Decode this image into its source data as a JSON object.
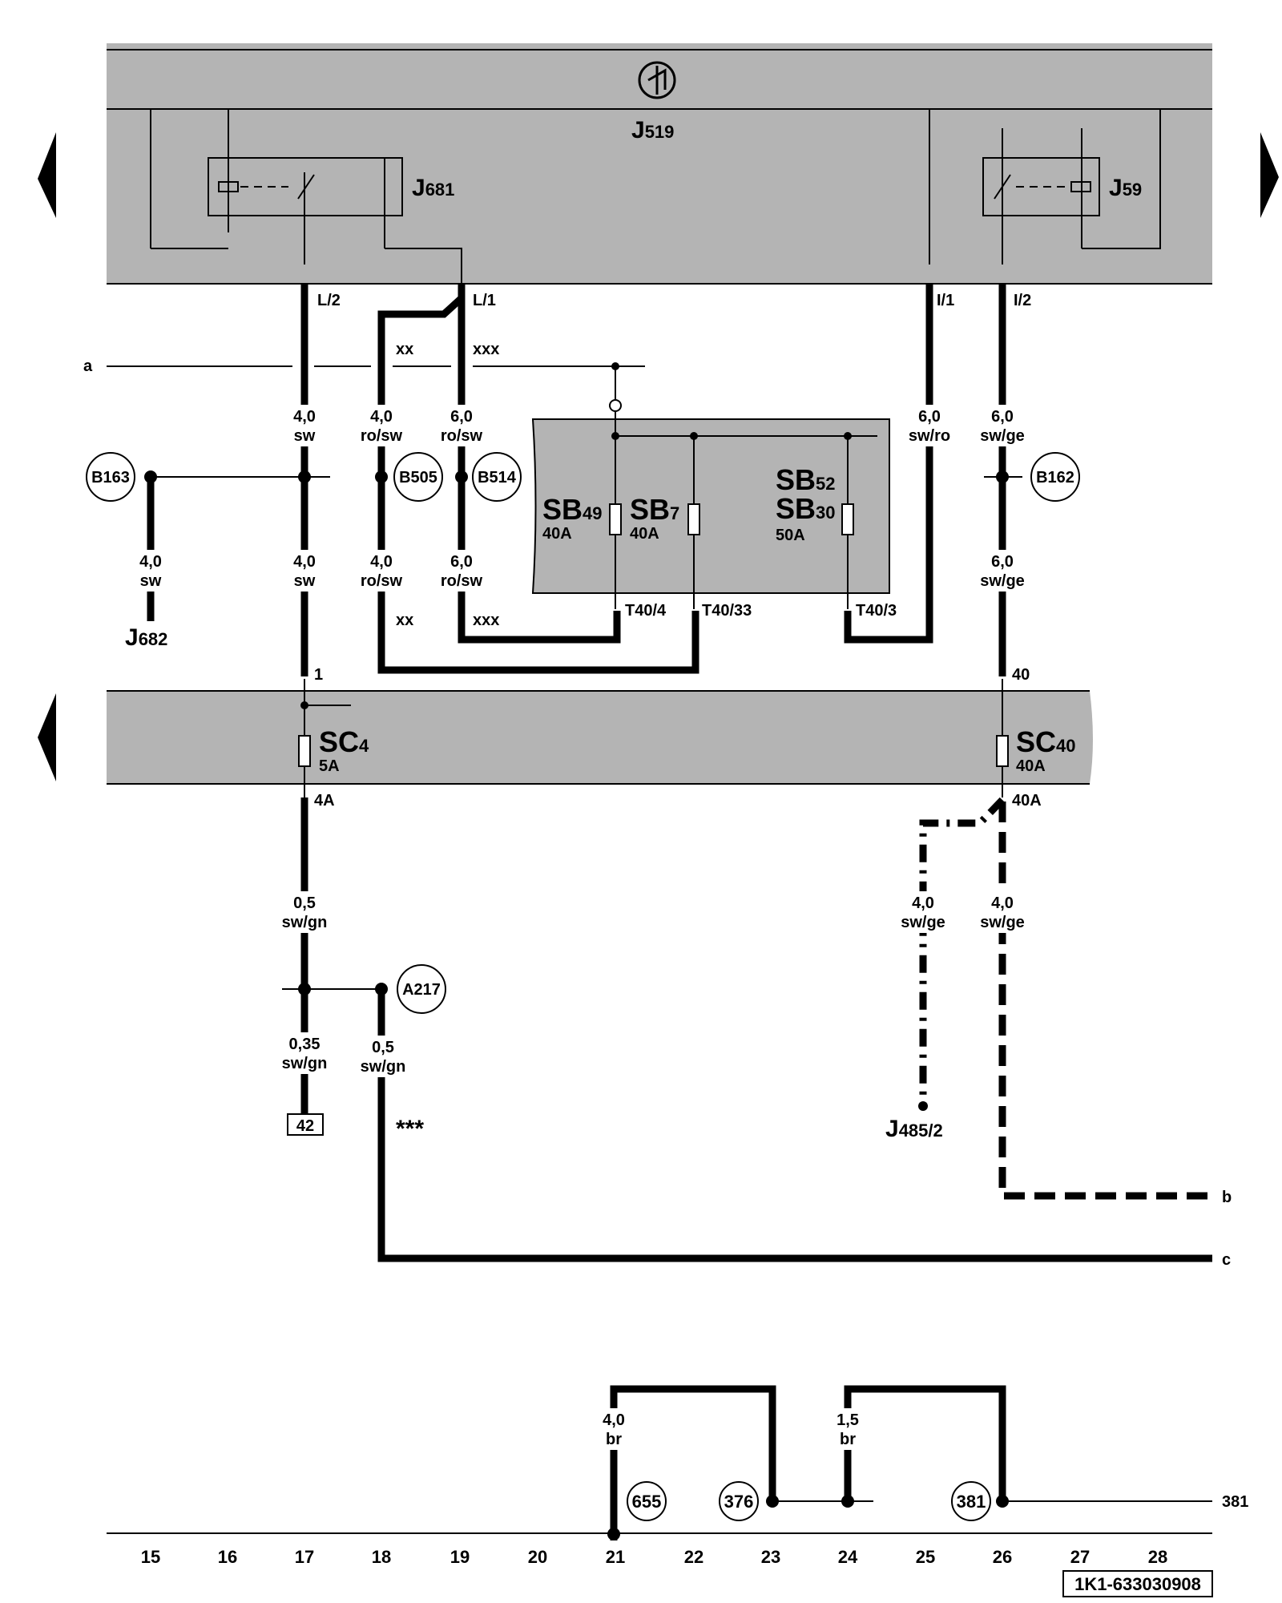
{
  "diagram": {
    "relays": {
      "control_unit": "J",
      "control_unit_sub": "519",
      "j681": "J",
      "j681_sub": "681",
      "j59": "J",
      "j59_sub": "59",
      "j682": "J",
      "j682_sub": "682",
      "j485": "J",
      "j485_sub": "485/2"
    },
    "pins": {
      "l2": "L/2",
      "l1": "L/1",
      "i1": "I/1",
      "i2": "I/2",
      "t40_4": "T40/4",
      "t40_33": "T40/33",
      "t40_3": "T40/3",
      "sc_in_1": "1",
      "sc_in_40": "40",
      "sc_out_4a": "4A",
      "sc_out_40a": "40A"
    },
    "wire_labels": {
      "wire_17_top": [
        "4,0",
        "sw"
      ],
      "wire_18_top": [
        "4,0",
        "ro/sw"
      ],
      "wire_19_top": [
        "6,0",
        "ro/sw"
      ],
      "wire_25_top": [
        "6,0",
        "sw/ro"
      ],
      "wire_26_top": [
        "6,0",
        "sw/ge"
      ],
      "wire_15_mid": [
        "4,0",
        "sw"
      ],
      "wire_17_mid": [
        "4,0",
        "sw"
      ],
      "wire_18_mid": [
        "4,0",
        "ro/sw"
      ],
      "wire_19_mid": [
        "6,0",
        "ro/sw"
      ],
      "wire_26_mid": [
        "6,0",
        "sw/ge"
      ],
      "wire_17_low": [
        "0,5",
        "sw/gn"
      ],
      "wire_25_low": [
        "4,0",
        "sw/ge"
      ],
      "wire_26_low": [
        "4,0",
        "sw/ge"
      ],
      "wire_17_bottom": [
        "0,35",
        "sw/gn"
      ],
      "wire_18_bottom": [
        "0,5",
        "sw/gn"
      ],
      "wire_21_ground": [
        "4,0",
        "br"
      ],
      "wire_24_ground": [
        "1,5",
        "br"
      ]
    },
    "variants": {
      "xx_top": "xx",
      "xxx_top": "xxx",
      "xx_bottom": "xx",
      "xxx_bottom": "xxx",
      "triple_star": "***"
    },
    "connectors": {
      "b163": "B163",
      "b505": "B505",
      "b514": "B514",
      "b162": "B162",
      "a217": "A217"
    },
    "ground_points": {
      "g655": "655",
      "g376": "376",
      "g381": "381",
      "right_ref": "381"
    },
    "fuses": {
      "sb49": {
        "name": "SB",
        "sub": "49",
        "rating": "40A"
      },
      "sb7": {
        "name": "SB",
        "sub": "7",
        "rating": "40A"
      },
      "sb52": {
        "name": "SB",
        "sub": "52"
      },
      "sb30": {
        "name": "SB",
        "sub": "30",
        "rating": "50A"
      },
      "sc4": {
        "name": "SC",
        "sub": "4",
        "rating": "5A"
      },
      "sc40": {
        "name": "SC",
        "sub": "40",
        "rating": "40A"
      }
    },
    "references": {
      "a": "a",
      "b": "b",
      "c": "c",
      "box_42": "42"
    },
    "track_numbers": [
      "15",
      "16",
      "17",
      "18",
      "19",
      "20",
      "21",
      "22",
      "23",
      "24",
      "25",
      "26",
      "27",
      "28"
    ],
    "document_id": "1K1-633030908"
  }
}
